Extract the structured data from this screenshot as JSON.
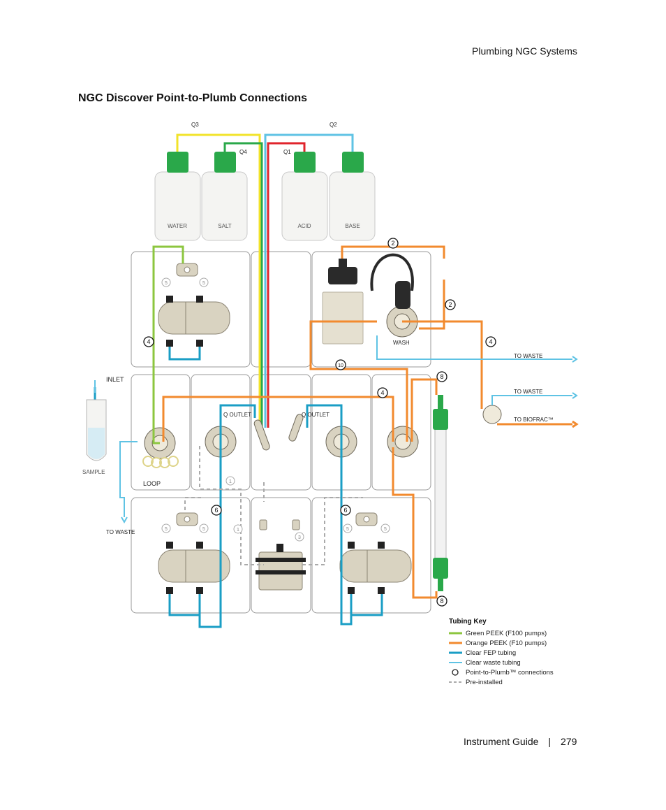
{
  "header": {
    "section_title": "Plumbing NGC Systems"
  },
  "heading": "NGC Discover Point-to-Plumb Connections",
  "diagram": {
    "flow_labels": {
      "q1": "Q1",
      "q2": "Q2",
      "q3": "Q3",
      "q4": "Q4"
    },
    "bottles": {
      "water": "WATER",
      "salt": "SALT",
      "acid": "ACID",
      "base": "BASE"
    },
    "module_labels": {
      "inlet": "INLET",
      "sample": "SAMPLE",
      "loop": "LOOP",
      "wash": "WASH",
      "q_outlet_1": "Q OUTLET",
      "q_outlet_2": "Q OUTLET"
    },
    "destinations": {
      "to_waste_top": "TO WASTE",
      "to_waste_mid": "TO WASTE",
      "to_biofrac": "TO BIOFRAC™",
      "to_waste_left": "TO WASTE"
    },
    "tube_numbers": {
      "n2a": "2",
      "n2b": "2",
      "n4a": "4",
      "n4b": "4",
      "n4c": "4",
      "n10": "10",
      "n8a": "8",
      "n8b": "8",
      "n6a": "6",
      "n6b": "6"
    },
    "preinstalled_numbers": {
      "p1a": "1",
      "p1b": "1",
      "p3": "3",
      "p5a": "5",
      "p5b": "5",
      "p5c": "5",
      "p5d": "5",
      "p5e": "5",
      "p5f": "5"
    }
  },
  "tubing_key": {
    "title": "Tubing Key",
    "items": [
      {
        "label": "Green PEEK (F100 pumps)",
        "color": "#8cc63f"
      },
      {
        "label": "Orange PEEK (F10 pumps)",
        "color": "#f28a2e"
      },
      {
        "label": "Clear FEP tubing",
        "color": "#1a9ec5"
      },
      {
        "label": "Clear waste tubing",
        "color": "#5fc3e4"
      },
      {
        "label": "Point-to-Plumb™ connections",
        "color": "#222222"
      },
      {
        "label": "Pre-installed",
        "color": "#aaaaaa"
      }
    ]
  },
  "footer": {
    "guide": "Instrument Guide",
    "separator": "|",
    "page_number": "279"
  }
}
